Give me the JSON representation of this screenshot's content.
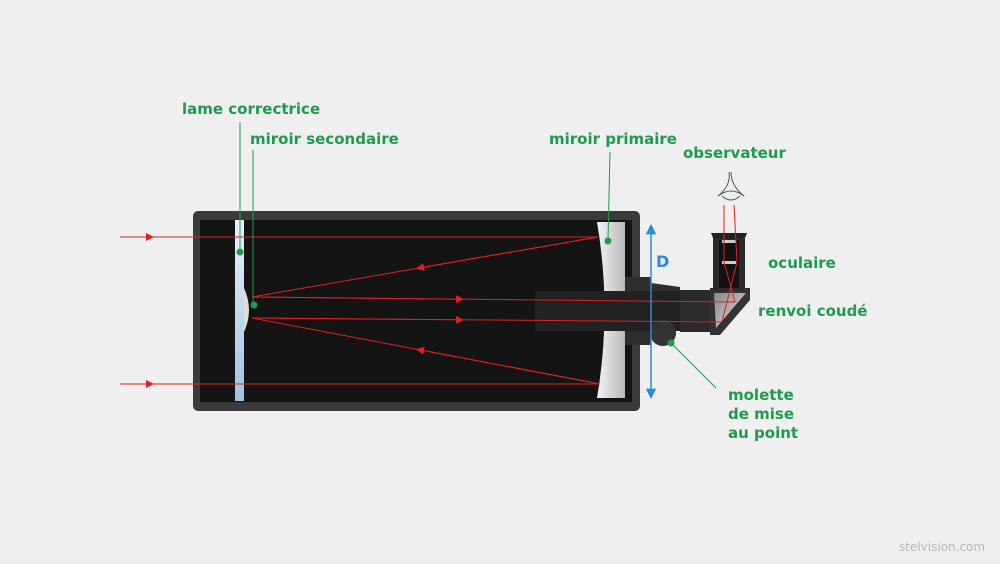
{
  "labels": {
    "corrector": "lame correctrice",
    "secondary": "miroir secondaire",
    "primary": "miroir primaire",
    "observer": "observateur",
    "eyepiece": "oculaire",
    "diagonal": "renvoi coudé",
    "focus_knob": [
      "molette",
      "de mise",
      "au point"
    ],
    "diameter": "D"
  },
  "watermark": "stelvision.com",
  "colors": {
    "label": "#1f9a4e",
    "ray": "#e02020",
    "dimension": "#2a8ae6",
    "tube": "#333333"
  }
}
